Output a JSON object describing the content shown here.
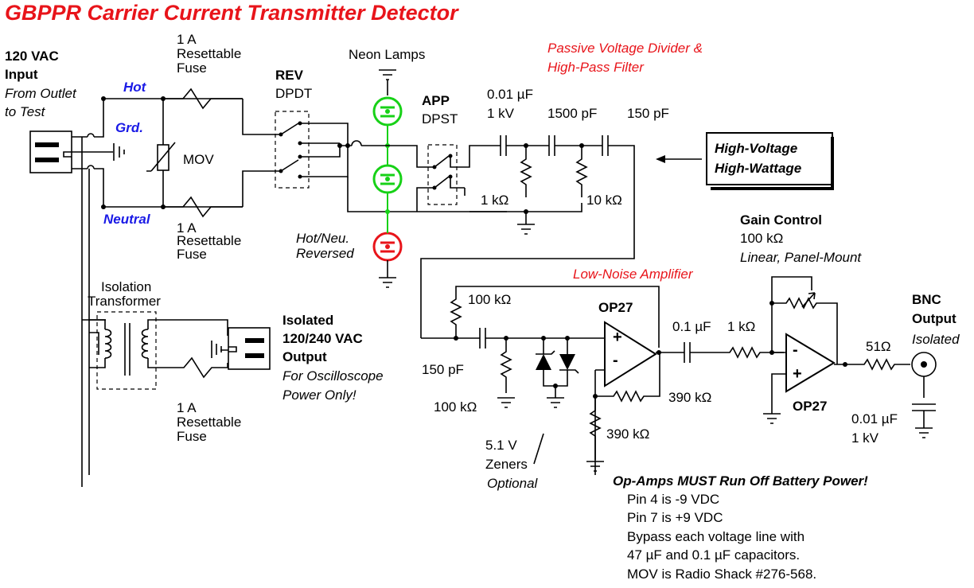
{
  "title": "GBPPR Carrier Current Transmitter Detector",
  "input": {
    "line1": "120 VAC",
    "line2": "Input",
    "line3": "From Outlet",
    "line4": "to Test"
  },
  "hot_label": "Hot",
  "grd_label": "Grd.",
  "neutral_label": "Neutral",
  "fuse_top": {
    "line1": "1 A",
    "line2": "Resettable",
    "line3": "Fuse"
  },
  "fuse_bottom": {
    "line1": "1 A",
    "line2": "Resettable",
    "line3": "Fuse"
  },
  "fuse_iso": {
    "line1": "1 A",
    "line2": "Resettable",
    "line3": "Fuse"
  },
  "mov_label": "MOV",
  "rev": {
    "line1": "REV",
    "line2": "DPDT"
  },
  "neon_label": "Neon Lamps",
  "reversed": {
    "line1": "Hot/Neu.",
    "line2": "Reversed"
  },
  "app": {
    "line1": "APP",
    "line2": "DPST"
  },
  "filter": {
    "line1": "Passive Voltage Divider &",
    "line2": "High-Pass Filter"
  },
  "cap1": {
    "line1": "0.01 µF",
    "line2": "1 kV"
  },
  "cap2": "1500 pF",
  "cap3": "150 pF",
  "r1k": "1 kΩ",
  "r10k": "10 kΩ",
  "warning": {
    "line1": "High-Voltage",
    "line2": "High-Wattage"
  },
  "isolation": {
    "line1": "Isolation",
    "line2": "Transformer"
  },
  "iso_output": {
    "line1": "Isolated",
    "line2": "120/240 VAC",
    "line3": "Output",
    "line4": "For Oscilloscope",
    "line5": "Power Only!"
  },
  "lna_label": "Low-Noise Amplifier",
  "r100k_top": "100 kΩ",
  "c150p": "150 pF",
  "r100k_bottom": "100 kΩ",
  "opamp1": "OP27",
  "zeners": {
    "line1": "5.1 V",
    "line2": "Zeners",
    "line3": "Optional"
  },
  "r390k_fb": "390 kΩ",
  "r390k_gnd": "390 kΩ",
  "c01": "0.1 µF",
  "r1k_in": "1 kΩ",
  "gain": {
    "line1": "Gain Control",
    "line2": "100 kΩ",
    "line3": "Linear, Panel-Mount"
  },
  "opamp2": "OP27",
  "r51": "51Ω",
  "bnc": {
    "line1": "BNC",
    "line2": "Output",
    "line3": "Isolated"
  },
  "cap_bnc": {
    "line1": "0.01 µF",
    "line2": "1 kV"
  },
  "notes": {
    "title": "Op-Amps MUST Run Off Battery Power!",
    "line1": "Pin 4 is -9 VDC",
    "line2": "Pin 7 is +9 VDC",
    "line3": "Bypass each voltage line with",
    "line4": "47 µF and 0.1 µF capacitors.",
    "line5": "MOV is Radio Shack #276-568."
  },
  "colors": {
    "title": "#e8141a",
    "labels_blue": "#1a1ae6",
    "neon_green": "#17d117",
    "neon_red": "#e8141a"
  }
}
